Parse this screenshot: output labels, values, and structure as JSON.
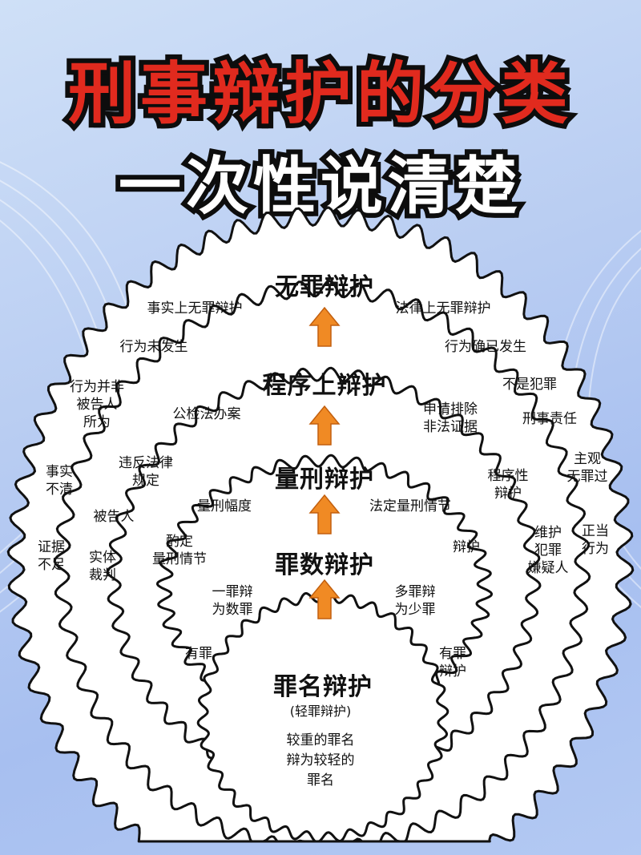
{
  "title": {
    "line1": "刑事辩护的分类",
    "line2": "一次性说清楚"
  },
  "levels": [
    {
      "heading": "无罪辩护",
      "left": "事实上无罪辩护",
      "right": "法律上无罪辩护"
    },
    {
      "heading": "程序上辩护",
      "left": "公检法办案",
      "right": "申请排除\n非法证据"
    },
    {
      "heading": "量刑辩护",
      "left": "量刑幅度",
      "right": "法定量刑情节"
    },
    {
      "heading": "罪数辩护",
      "left": "一罪辩\n为数罪",
      "right": "多罪辩\n为少罪"
    },
    {
      "heading": "罪名辩护",
      "sub": "(轻罪辩护)",
      "desc": "较重的罪名\n辩为较轻的\n罪名"
    }
  ],
  "side_labels": {
    "l1": "行为未发生",
    "l2": "行为并非\n被告人\n所为",
    "l3": "事实\n不清",
    "l4": "证据\n不足",
    "l5": "违反法律\n规定",
    "l6": "被告人",
    "l7": "实体\n裁判",
    "l8": "酌定\n量刑情节",
    "l9": "有罪",
    "r1": "行为确已发生",
    "r2": "不是犯罪",
    "r3": "刑事责任",
    "r4": "主观\n无罪过",
    "r5": "正当\n行为",
    "r6": "程序性\n辩护",
    "r7": "维护\n犯罪\n嫌疑人",
    "r8": "辩护",
    "r9": "有罪\n辩护"
  },
  "colors": {
    "title_red": "#e12a1e",
    "arrow_orange": "#f08a24",
    "outline": "#111111",
    "fill": "#ffffff"
  }
}
